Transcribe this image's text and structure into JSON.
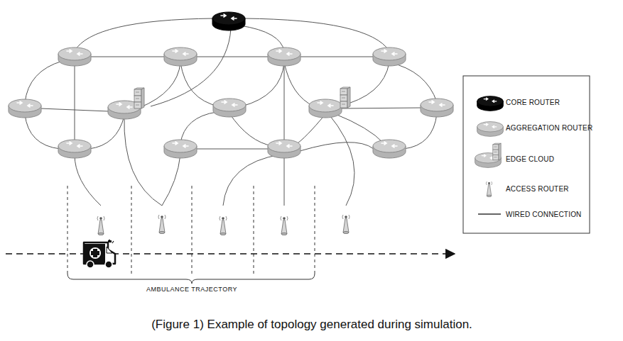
{
  "diagram": {
    "caption": "(Figure 1) Example of topology generated during simulation.",
    "labels": [
      "AMBULANCE TRAJECTORY"
    ],
    "legend": [
      {
        "text": "CORE ROUTER"
      },
      {
        "text": "AGGREGATION ROUTER"
      },
      {
        "text": "EDGE CLOUD"
      },
      {
        "text": "ACCESS ROUTER"
      },
      {
        "text": "WIRED CONNECTION"
      }
    ]
  }
}
